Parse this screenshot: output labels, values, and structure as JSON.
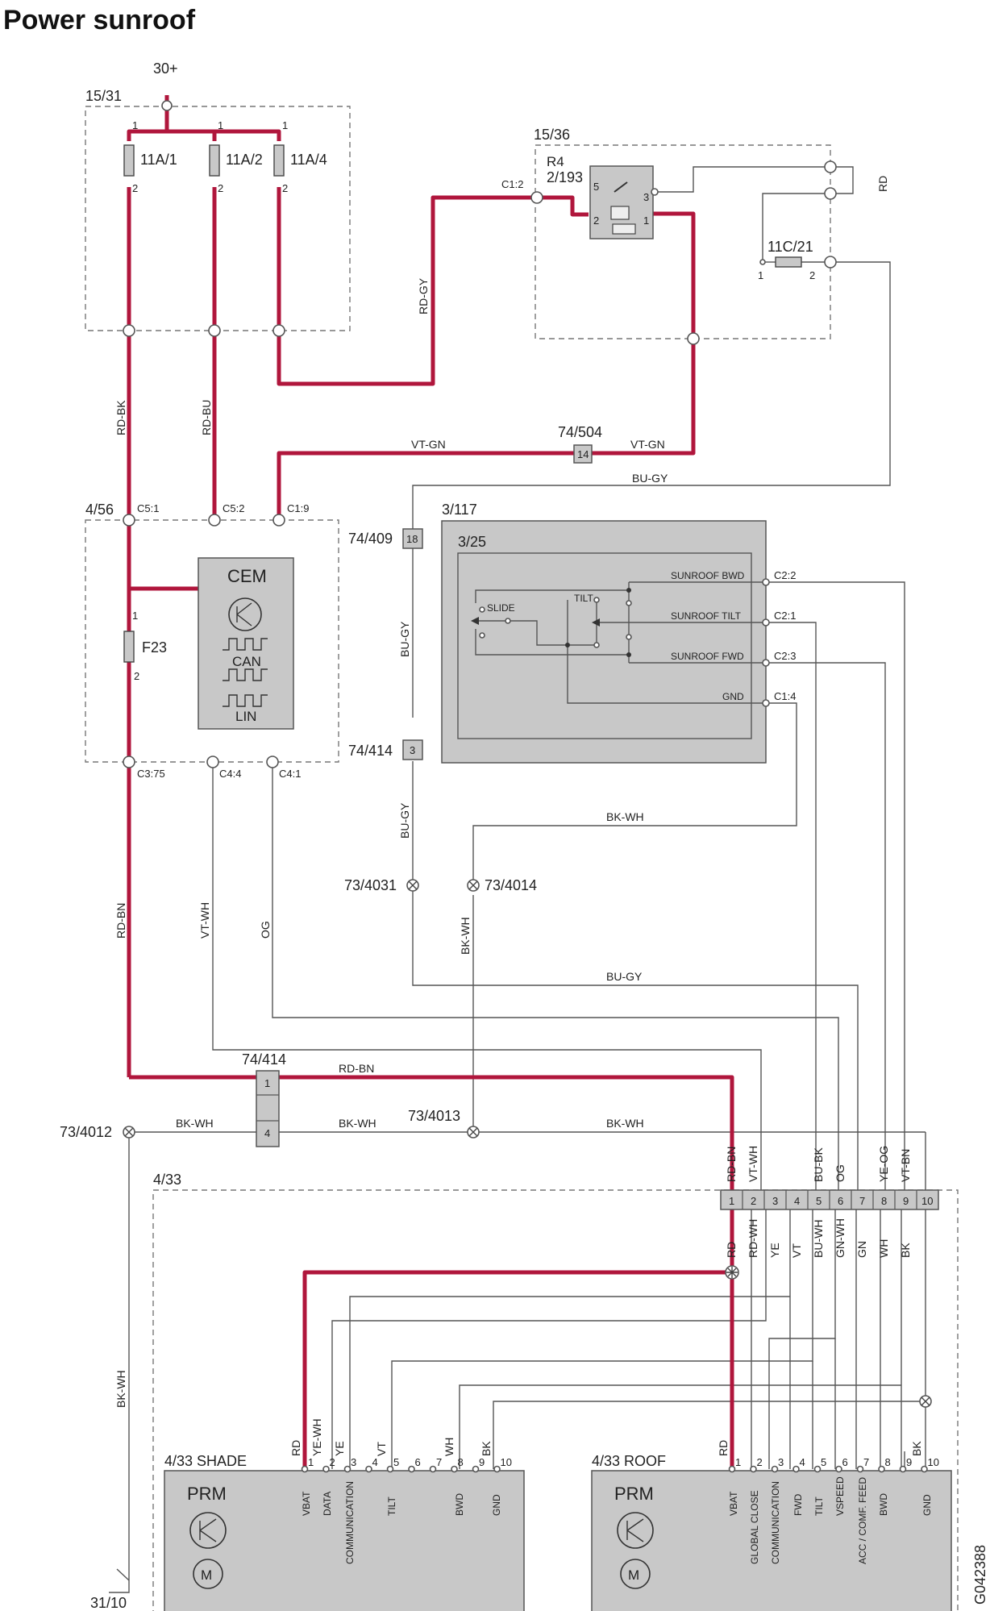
{
  "title": "Power sunroof",
  "figure_id": "G042388",
  "supply": {
    "label": "30+"
  },
  "fuse_box": {
    "label": "15/31",
    "fuses": [
      "11A/1",
      "11A/2",
      "11A/4"
    ],
    "pin_top": "1",
    "pin_bottom": "2"
  },
  "relay_box": {
    "label": "15/36",
    "relay_ref": "R4",
    "relay_id": "2/193",
    "connector": "C1:2",
    "pins": [
      "5",
      "3",
      "2",
      "1"
    ],
    "fuse": "11C/21",
    "fuse_pins": [
      "1",
      "2"
    ]
  },
  "wires": {
    "rd_gy": "RD-GY",
    "rd_bk": "RD-BK",
    "rd_bu": "RD-BU",
    "vt_gn": "VT-GN",
    "bu_gy": "BU-GY",
    "rd": "RD",
    "rd_bn": "RD-BN",
    "vt_wh": "VT-WH",
    "og": "OG",
    "bk_wh": "BK-WH"
  },
  "connectors": {
    "c_74_504": {
      "label": "74/504",
      "pin": "14"
    },
    "c_74_409": {
      "label": "74/409",
      "pin": "18"
    },
    "c_74_414_a": {
      "label": "74/414",
      "pin": "3"
    },
    "c_74_414_b": {
      "label": "74/414",
      "pins": [
        "1",
        "4"
      ]
    }
  },
  "cem_box": {
    "label": "4/56",
    "title": "CEM",
    "can": "CAN",
    "lin": "LIN",
    "fuse": "F23",
    "fuse_pins": [
      "1",
      "2"
    ],
    "conns_top": [
      "C5:1",
      "C5:2",
      "C1:9"
    ],
    "conns_bottom": [
      "C3:75",
      "C4:4",
      "C4:1"
    ]
  },
  "switch_module": {
    "outer_label": "3/117",
    "inner_label": "3/25",
    "slide": "SLIDE",
    "tilt": "TILT",
    "signals": [
      "SUNROOF BWD",
      "SUNROOF TILT",
      "SUNROOF FWD",
      "GND"
    ],
    "conns": [
      "C2:2",
      "C2:1",
      "C2:3",
      "C1:4"
    ]
  },
  "grounds": {
    "g1": "73/4031",
    "g2": "73/4014",
    "g3": "73/4012",
    "g4": "73/4013",
    "g_chassis": "31/10"
  },
  "harness": {
    "label": "4/33",
    "pins": [
      "1",
      "2",
      "3",
      "4",
      "5",
      "6",
      "7",
      "8",
      "9",
      "10"
    ],
    "top_colors": [
      "RD-BN",
      "VT-WH",
      "",
      "",
      "BU-BK",
      "OG",
      "",
      "YE-OG",
      "VT-BN",
      ""
    ],
    "bottom_colors": [
      "RD",
      "RD-WH",
      "YE",
      "VT",
      "BU-WH",
      "GN-WH",
      "GN",
      "WH",
      "BK",
      ""
    ]
  },
  "shade_module": {
    "label": "4/33 SHADE",
    "title": "PRM",
    "wire_colors": [
      "RD",
      "YE-WH",
      "YE",
      "VT",
      "WH",
      "BK"
    ],
    "pins": [
      "1",
      "2",
      "3",
      "4",
      "5",
      "6",
      "7",
      "8",
      "9",
      "10"
    ],
    "signals": [
      "VBAT",
      "DATA",
      "COMMUNICATION",
      "TILT",
      "BWD",
      "GND"
    ]
  },
  "roof_module": {
    "label": "4/33 ROOF",
    "title": "PRM",
    "wire_colors": [
      "RD",
      "BK"
    ],
    "pins": [
      "1",
      "2",
      "3",
      "4",
      "5",
      "6",
      "7",
      "8",
      "9",
      "10"
    ],
    "signals": [
      "VBAT",
      "GLOBAL CLOSE",
      "COMMUNICATION",
      "FWD",
      "TILT",
      "VSPEED",
      "ACC / COMF. FEED",
      "BWD",
      "GND"
    ]
  }
}
